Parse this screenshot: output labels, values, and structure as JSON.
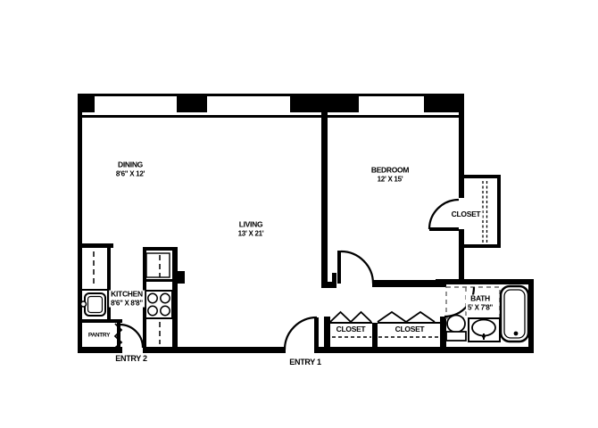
{
  "labels": {
    "dining": {
      "name": "DINING",
      "dims": "8'6\" X 12'"
    },
    "living": {
      "name": "LIVING",
      "dims": "13' X 21'"
    },
    "bedroom": {
      "name": "BEDROOM",
      "dims": "12' X 15'"
    },
    "kitchen": {
      "name": "KITCHEN",
      "dims": "8'6\" X 8'8\""
    },
    "bath": {
      "name": "BATH",
      "dims": "5' X 7'8\""
    },
    "closet_bedroom": {
      "name": "CLOSET"
    },
    "closet_hall_1": {
      "name": "CLOSET"
    },
    "closet_hall_2": {
      "name": "CLOSET"
    },
    "pantry": {
      "name": "PANTRY"
    },
    "entry_1": {
      "name": "ENTRY 1"
    },
    "entry_2": {
      "name": "ENTRY 2"
    }
  },
  "colors": {
    "walls": "#000000",
    "background": "#ffffff",
    "clearance_dash": "#666666"
  },
  "fixtures": [
    "bathtub",
    "toilet",
    "vanity-sink",
    "kitchen-sink",
    "range-stove",
    "refrigerator",
    "closet-rod",
    "closet-shelves"
  ],
  "doors": [
    "entry-1-door",
    "entry-2-door",
    "bedroom-door",
    "bedroom-closet-door",
    "bath-door",
    "pantry-bifold-door",
    "hall-closet-bifold-doors"
  ],
  "windows_count": 3
}
